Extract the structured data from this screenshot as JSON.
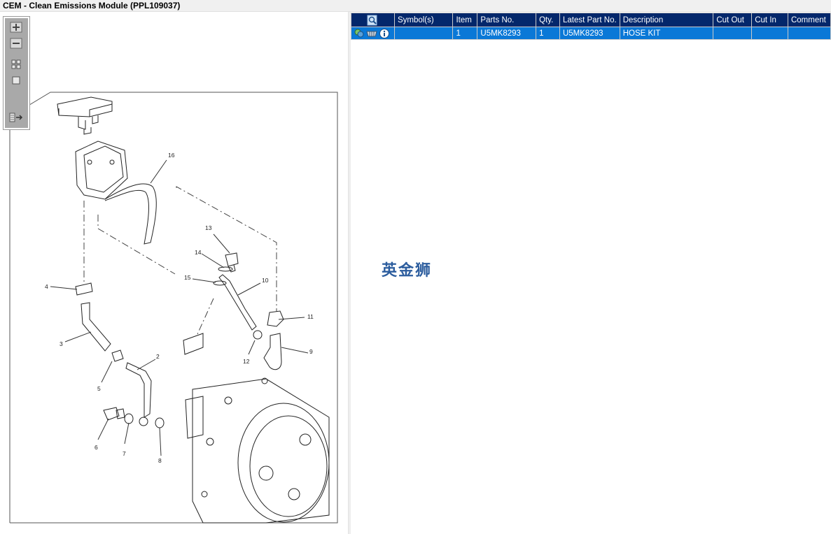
{
  "window": {
    "title": "CEM - Clean Emissions Module (PPL109037)"
  },
  "toolbar": {
    "buttons": [
      {
        "name": "zoom-in",
        "icon": "plus-icon"
      },
      {
        "name": "zoom-out",
        "icon": "minus-icon"
      },
      {
        "name": "fit-all",
        "icon": "grid-icon"
      },
      {
        "name": "fit-window",
        "icon": "square-icon"
      },
      {
        "name": "toggle-panel",
        "icon": "panel-arrow-icon"
      }
    ]
  },
  "diagram": {
    "callouts": [
      "16",
      "13",
      "14",
      "15",
      "10",
      "11",
      "9",
      "12",
      "4",
      "3",
      "5",
      "2",
      "6",
      "7",
      "8"
    ]
  },
  "parts_table": {
    "columns": [
      "Symbol(s)",
      "Item",
      "Parts No.",
      "Qty.",
      "Latest Part No.",
      "Description",
      "Cut Out",
      "Cut In",
      "Comment"
    ],
    "rows": [
      {
        "symbols": "",
        "item": "1",
        "part_no": "U5MK8293",
        "qty": "1",
        "latest_part_no": "U5MK8293",
        "description": "HOSE KIT",
        "cut_out": "",
        "cut_in": "",
        "comment": ""
      }
    ]
  },
  "watermark": {
    "text": "英金狮"
  },
  "colors": {
    "header_bg": "#03276b",
    "selected_row_bg": "#0a78d7",
    "toolbar_bg": "#a9a9a9"
  }
}
